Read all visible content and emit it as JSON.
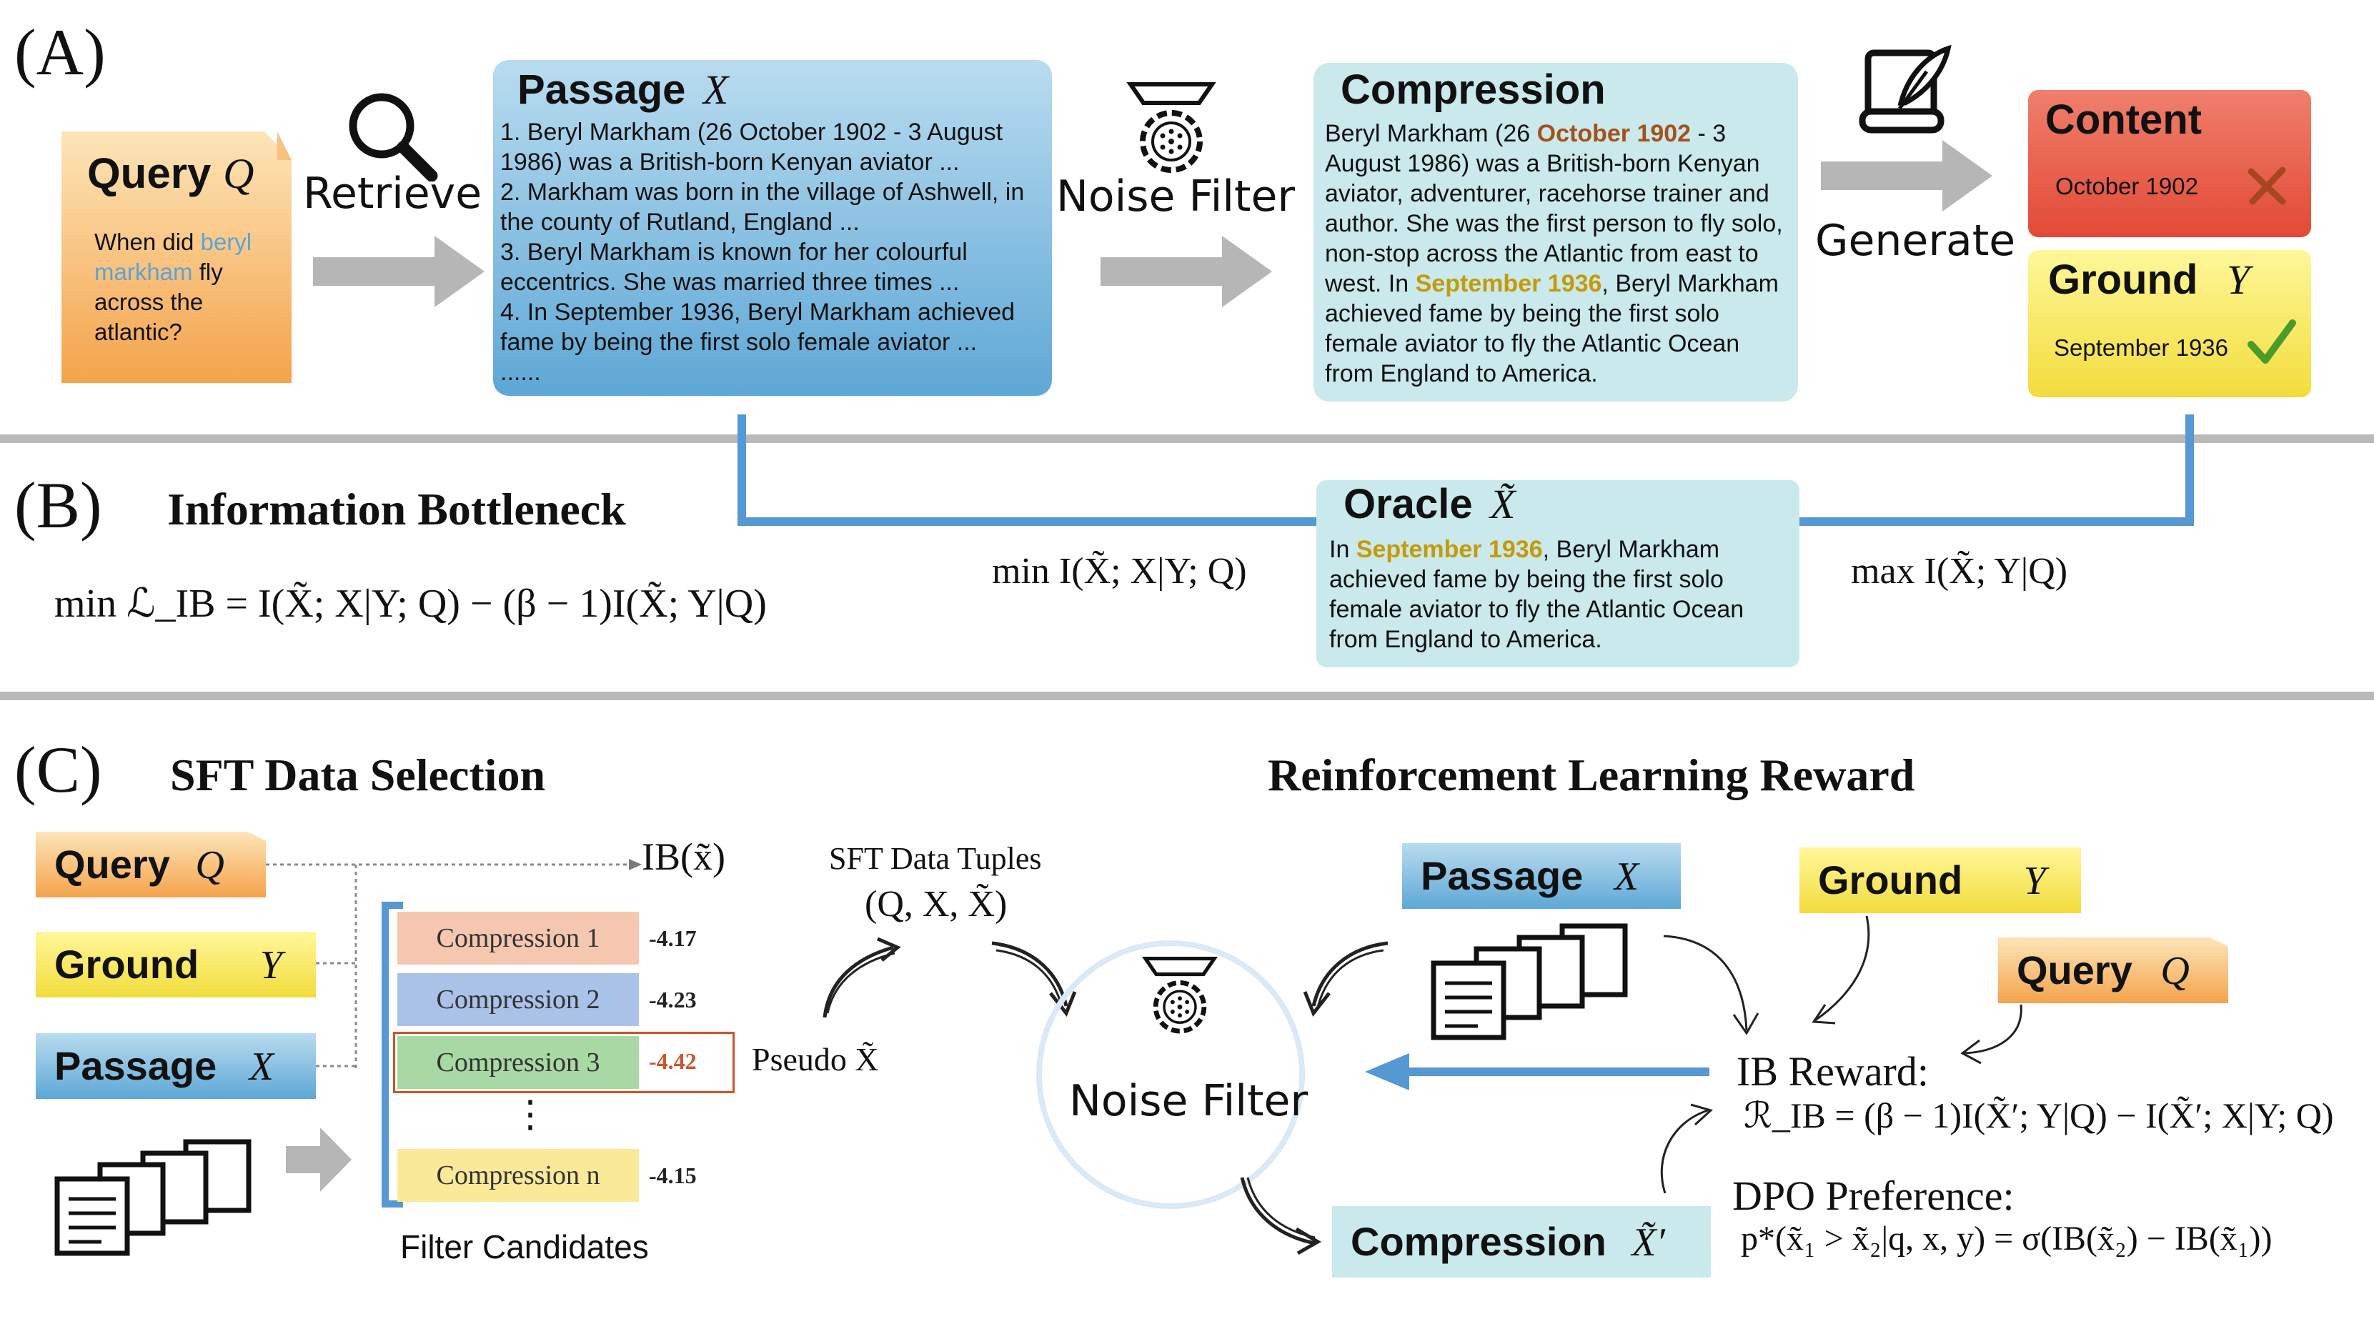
{
  "panel_a": {
    "label": "(A)",
    "query": {
      "title": "Query",
      "var": "Q",
      "text_pre": "When did ",
      "text_hl": "beryl markham",
      "text_post": " fly across the atlantic?"
    },
    "retrieve_label": "Retrieve",
    "passage": {
      "title": "Passage",
      "var": "X",
      "lines": [
        "1. Beryl Markham (26 October 1902 - 3 August 1986) was a British-born Kenyan aviator ...",
        "2. Markham was born in the village of Ashwell, in the county of Rutland, England ...",
        "3. Beryl Markham is known for her colourful eccentrics. She was married three times ...",
        "4. In September 1936, Beryl Markham achieved fame by being the first solo female aviator ...",
        "......"
      ]
    },
    "noise_filter_label": "Noise Filter",
    "compression": {
      "title": "Compression",
      "t1": "Beryl Markham (26 ",
      "h1": "October 1902",
      "t2": " - 3 August 1986) was a British-born Kenyan aviator, adventurer, racehorse trainer and author. She was the first person to fly solo, non-stop across the Atlantic from east to west. In ",
      "h2": "September 1936",
      "t3": ", Beryl Markham achieved fame by being the first solo female aviator to fly the Atlantic Ocean from England to America."
    },
    "generate_label": "Generate",
    "content": {
      "title": "Content",
      "value": "October 1902"
    },
    "ground": {
      "title": "Ground",
      "var": "Y",
      "value": "September 1936"
    }
  },
  "panel_b": {
    "label": "(B)",
    "title": "Information Bottleneck",
    "objective": "min ℒ_IB = I(X̃; X|Y; Q) − (β − 1)I(X̃; Y|Q)",
    "min_term": "min I(X̃; X|Y; Q)",
    "max_term": "max I(X̃; Y|Q)",
    "oracle": {
      "title": "Oracle",
      "var": "X̃",
      "t1": "In ",
      "h1": "September 1936",
      "t2": ", Beryl Markham achieved fame by being the first solo female aviator to fly the Atlantic Ocean from England to America."
    }
  },
  "panel_c": {
    "label": "(C)",
    "sft_title": "SFT Data Selection",
    "rl_title": "Reinforcement Learning Reward",
    "tags": {
      "query": {
        "title": "Query",
        "var": "Q"
      },
      "ground": {
        "title": "Ground",
        "var": "Y"
      },
      "passage": {
        "title": "Passage",
        "var": "X"
      }
    },
    "ib_label": "IB(x̃)",
    "candidates": [
      {
        "label": "Compression 1",
        "score": "-4.17"
      },
      {
        "label": "Compression 2",
        "score": "-4.23"
      },
      {
        "label": "Compression 3",
        "score": "-4.42"
      },
      {
        "label": "Compression n",
        "score": "-4.15"
      }
    ],
    "dots": "⋮",
    "filter_candidates": "Filter Candidates",
    "pseudo_label": "Pseudo X̃",
    "sft_tuples": "SFT Data Tuples",
    "sft_tuple_math": "(Q, X, X̃)",
    "noise_filter": "Noise Filter",
    "rl_passage": {
      "title": "Passage",
      "var": "X"
    },
    "rl_ground": {
      "title": "Ground",
      "var": "Y"
    },
    "rl_query": {
      "title": "Query",
      "var": "Q"
    },
    "ib_reward": "IB Reward:",
    "ib_reward_formula": "ℛ_IB = (β − 1)I(X̃′; Y|Q) − I(X̃′; X|Y; Q)",
    "dpo": "DPO Preference:",
    "dpo_formula": "p*(x̃₁ > x̃₂|q, x, y) = σ(IB(x̃₂) − IB(x̃₁))",
    "rl_compression": {
      "title": "Compression",
      "var": "X̃′"
    }
  }
}
